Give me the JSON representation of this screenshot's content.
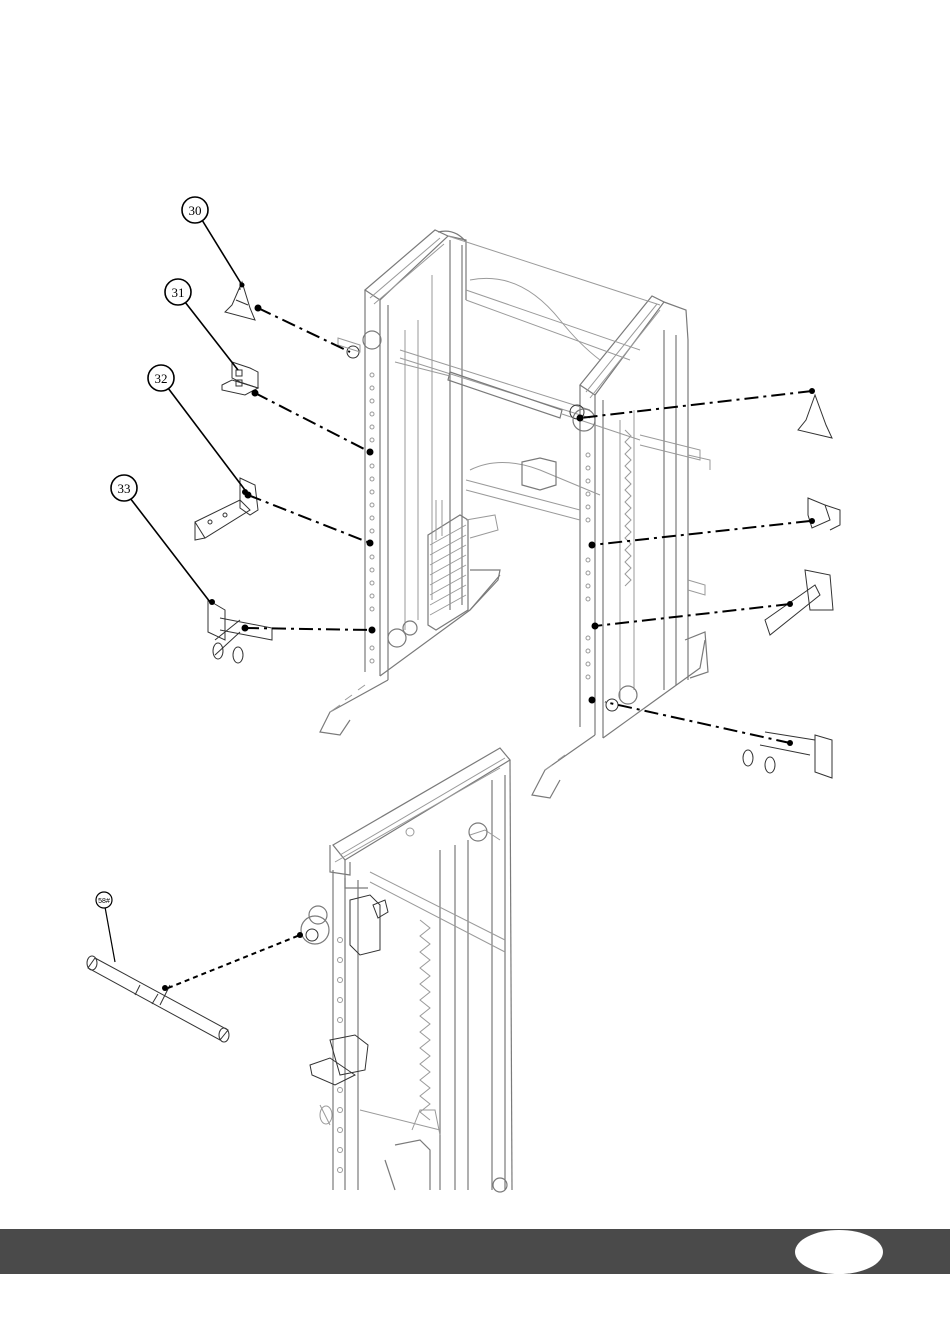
{
  "callouts": [
    {
      "id": "30",
      "label": "30"
    },
    {
      "id": "31",
      "label": "31"
    },
    {
      "id": "32",
      "label": "32"
    },
    {
      "id": "33",
      "label": "33"
    },
    {
      "id": "58",
      "label": "58#"
    }
  ],
  "footer": {
    "page_number": ""
  },
  "colors": {
    "footer": "#4a4a4a",
    "line": "#9a9a9a",
    "ink": "#000000"
  }
}
